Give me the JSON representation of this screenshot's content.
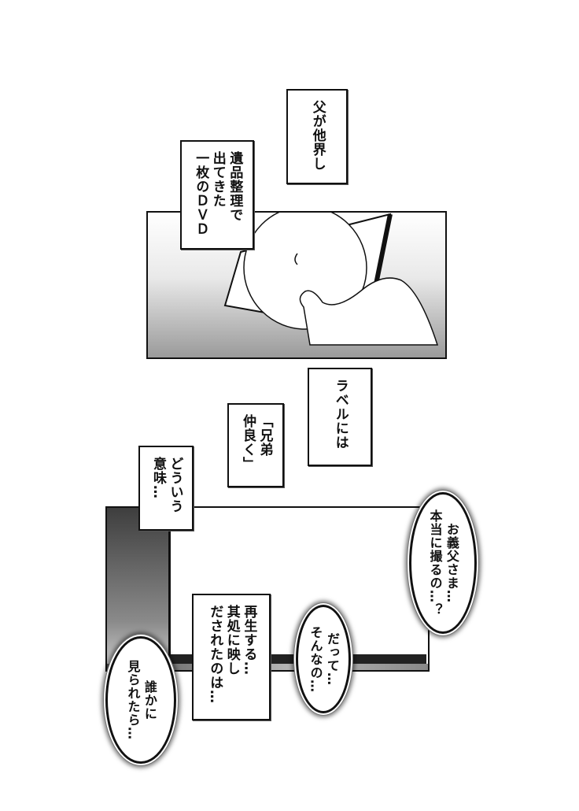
{
  "panel1": {
    "narration_father": [
      "父が他界し"
    ],
    "narration_dvd": [
      "遺品整理で",
      "出てきた",
      "一枚のＤＶＤ"
    ]
  },
  "panel2": {
    "narration_label": [
      "ラベルには"
    ],
    "narration_title": [
      "「兄弟",
      "仲良く」"
    ],
    "narration_meaning": [
      "どういう",
      "意味…"
    ]
  },
  "panel3": {
    "bubble_really": [
      "お義父さま…",
      "本当に撮るの…？"
    ],
    "bubble_because": [
      "だって…",
      "そんなの…"
    ],
    "narration_played": [
      "再生する…",
      "其処に映し",
      "だされたのは…"
    ],
    "bubble_seen": [
      "誰かに",
      "見られたら…"
    ]
  }
}
